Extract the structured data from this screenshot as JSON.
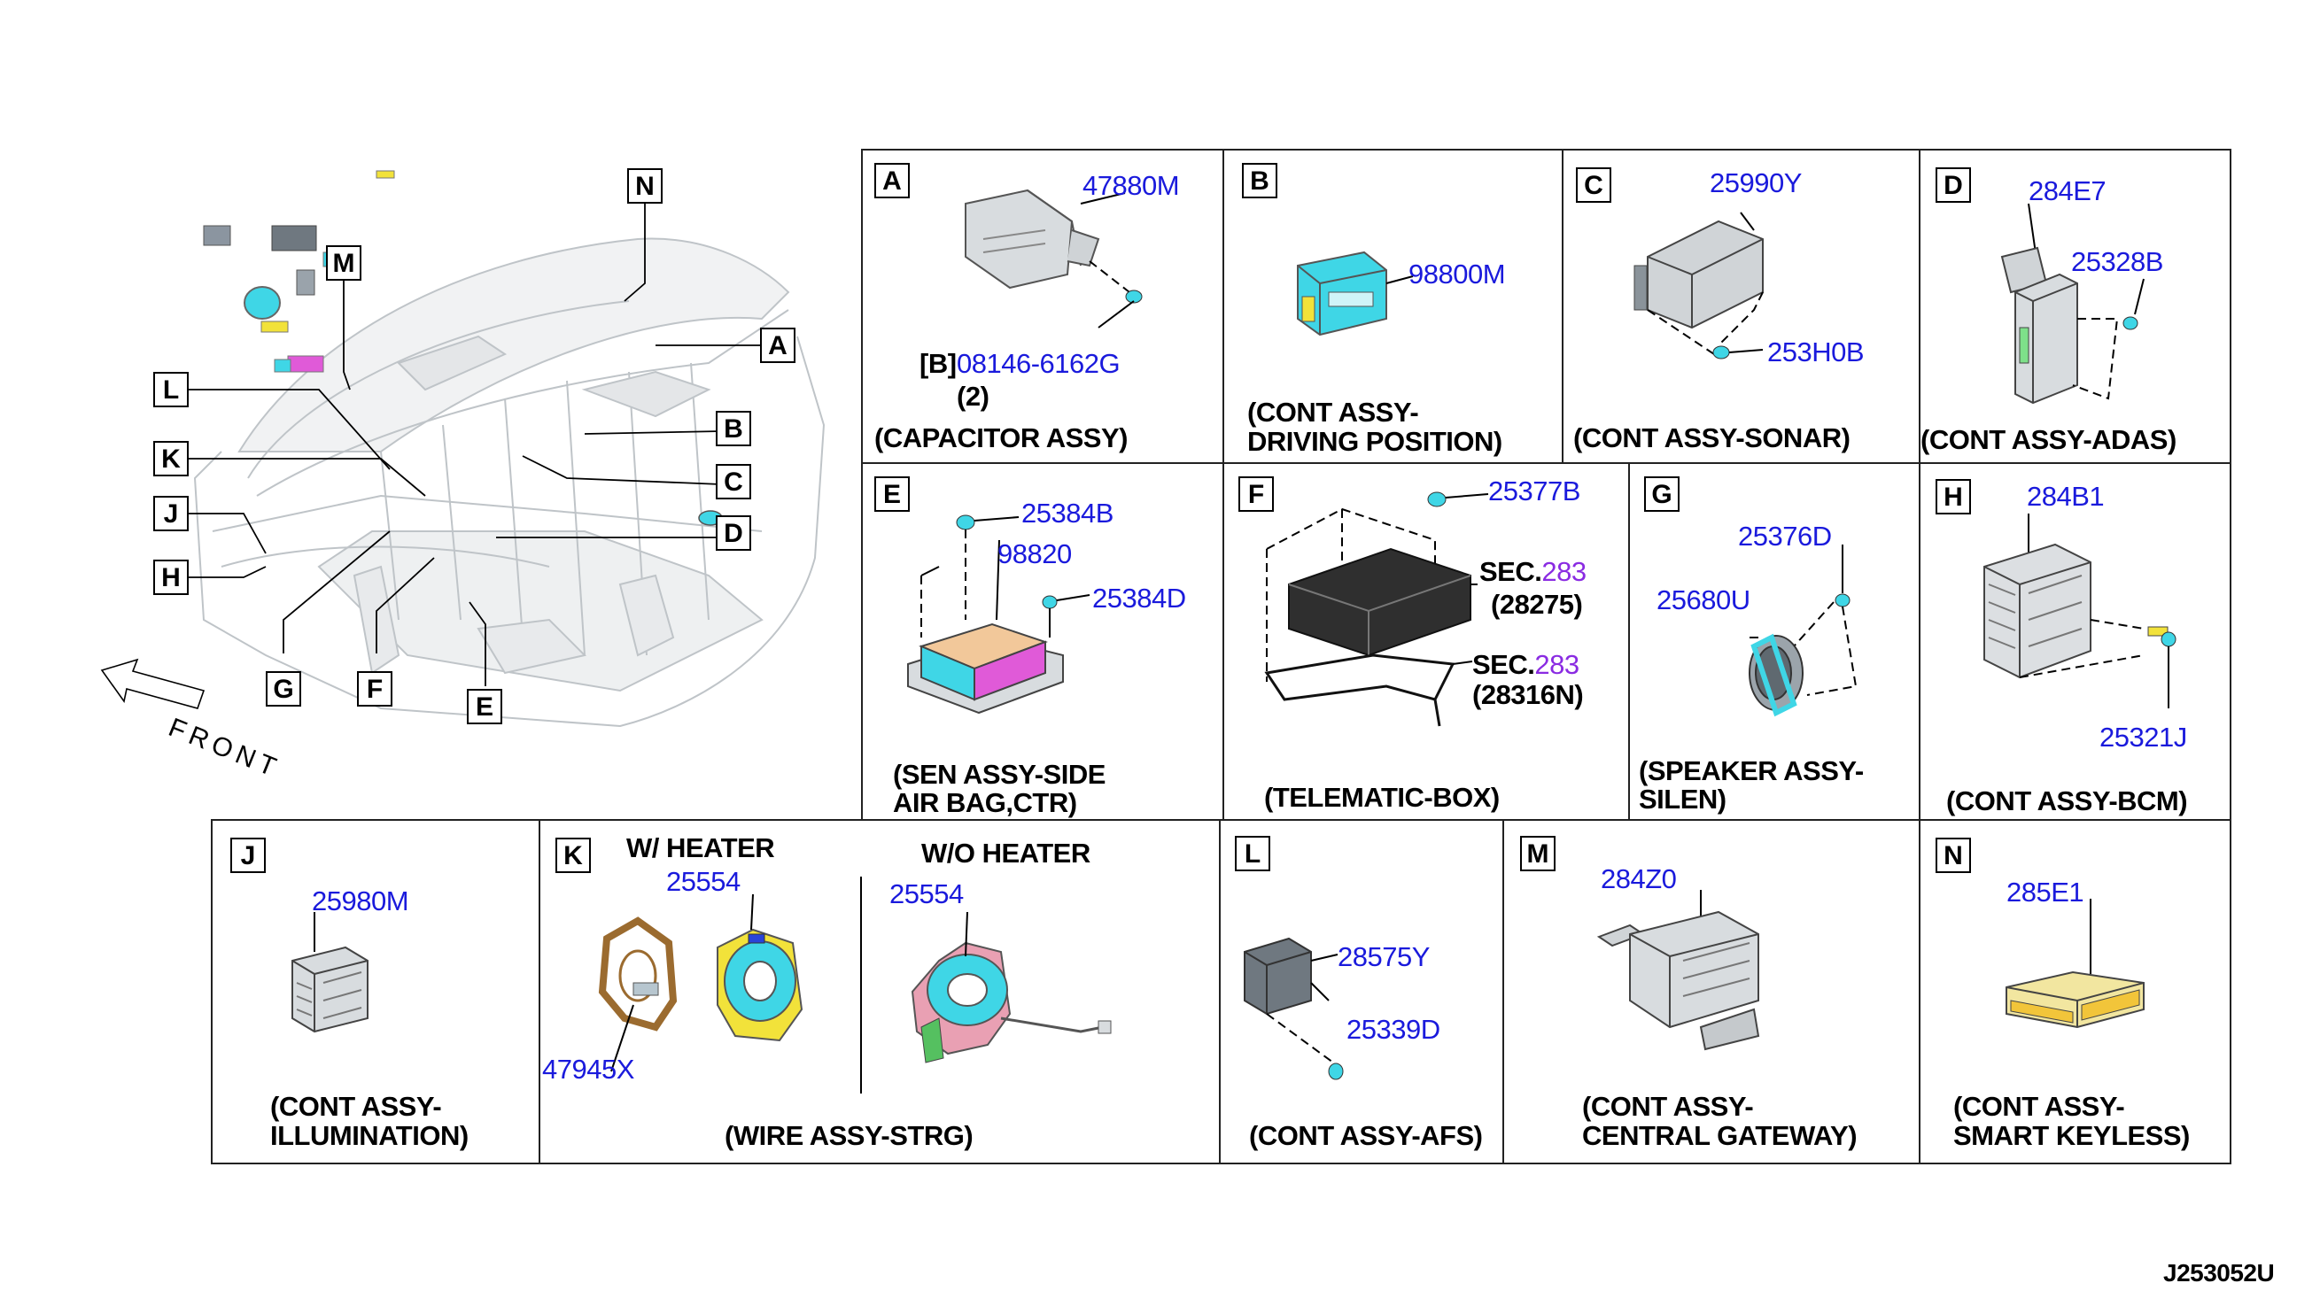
{
  "overview": {
    "front_label": "FRONT",
    "callouts": [
      "N",
      "M",
      "L",
      "K",
      "J",
      "H",
      "G",
      "F",
      "E",
      "D",
      "C",
      "B",
      "A"
    ]
  },
  "panels": {
    "A": {
      "letter": "A",
      "caption_lines": [
        "(CAPACITOR ASSY)"
      ],
      "parts": [
        "47880M",
        "08146-6162G"
      ],
      "bolt_prefix": "[B]",
      "qty": "(2)"
    },
    "B": {
      "letter": "B",
      "caption_lines": [
        "(CONT ASSY-",
        "DRIVING POSITION)"
      ],
      "parts": [
        "98800M"
      ]
    },
    "C": {
      "letter": "C",
      "caption_lines": [
        "(CONT ASSY-SONAR)"
      ],
      "parts": [
        "25990Y",
        "253H0B"
      ]
    },
    "D": {
      "letter": "D",
      "caption_lines": [
        "(CONT ASSY-ADAS)"
      ],
      "parts": [
        "284E7",
        "25328B"
      ]
    },
    "E": {
      "letter": "E",
      "caption_lines": [
        "(SEN ASSY-SIDE",
        "AIR BAG,CTR)"
      ],
      "parts": [
        "25384B",
        "98820",
        "25384D"
      ]
    },
    "F": {
      "letter": "F",
      "caption_lines": [
        "(TELEMATIC-BOX)"
      ],
      "parts": [
        "25377B"
      ],
      "sec1_prefix": "SEC.",
      "sec1_num": "283",
      "sec1_ref": "(28275)",
      "sec2_prefix": "SEC.",
      "sec2_num": "283",
      "sec2_ref": "(28316N)"
    },
    "G": {
      "letter": "G",
      "caption_lines": [
        "(SPEAKER ASSY-",
        "SILEN)"
      ],
      "parts": [
        "25376D",
        "25680U"
      ]
    },
    "H": {
      "letter": "H",
      "caption_lines": [
        "(CONT ASSY-BCM)"
      ],
      "parts": [
        "284B1",
        "25321J"
      ]
    },
    "J": {
      "letter": "J",
      "caption_lines": [
        "(CONT ASSY-",
        "ILLUMINATION)"
      ],
      "parts": [
        "25980M"
      ]
    },
    "K": {
      "letter": "K",
      "caption_lines": [
        "(WIRE ASSY-STRG)"
      ],
      "parts": [
        "25554",
        "47945X",
        "25554"
      ],
      "heading_with": "W/ HEATER",
      "heading_without": "W/O HEATER"
    },
    "L": {
      "letter": "L",
      "caption_lines": [
        "(CONT ASSY-AFS)"
      ],
      "parts": [
        "28575Y",
        "25339D"
      ]
    },
    "M": {
      "letter": "M",
      "caption_lines": [
        "(CONT ASSY-",
        "CENTRAL GATEWAY)"
      ],
      "parts": [
        "284Z0"
      ]
    },
    "N": {
      "letter": "N",
      "caption_lines": [
        "(CONT ASSY-",
        "SMART KEYLESS)"
      ],
      "parts": [
        "285E1"
      ]
    }
  },
  "diagram_code": "J253052U",
  "colors": {
    "part_number": "#1a1adc",
    "sec_number": "#8a2be2",
    "frame": "#222222",
    "highlight_cyan": "#3fd6e6",
    "highlight_magenta": "#e05ad8",
    "highlight_yellow": "#f2e23a"
  }
}
